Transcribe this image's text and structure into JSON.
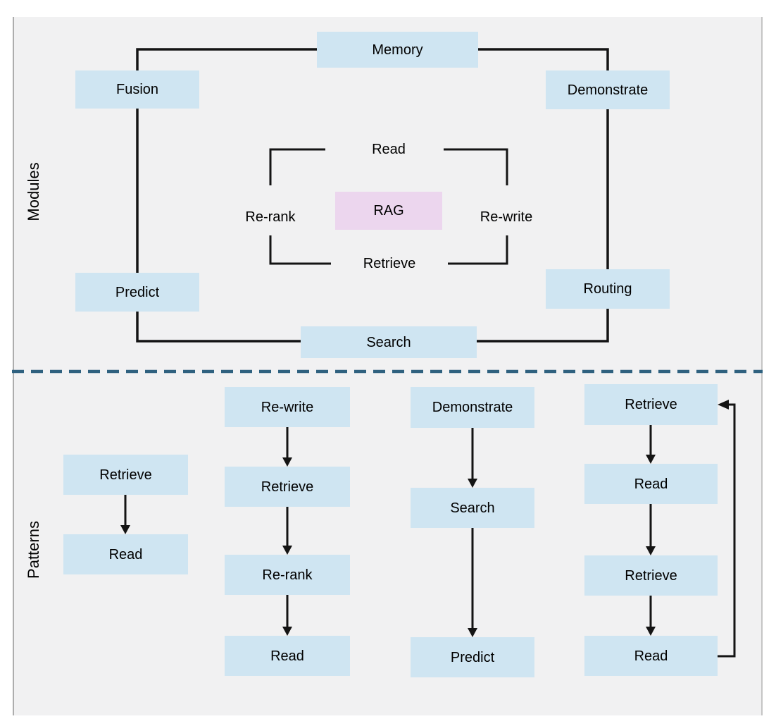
{
  "colors": {
    "box_blue": "#cfe5f2",
    "box_pink": "#ecd6ee",
    "divider_blue": "#2f617f",
    "line_black": "#141414",
    "panel_gray": "#f1f1f2"
  },
  "modules": {
    "section_label": "Modules",
    "outer": {
      "memory": "Memory",
      "fusion": "Fusion",
      "demonstrate": "Demonstrate",
      "predict": "Predict",
      "routing": "Routing",
      "search": "Search"
    },
    "inner": {
      "read": "Read",
      "rerank": "Re-rank",
      "rag": "RAG",
      "rewrite": "Re-write",
      "retrieve": "Retrieve"
    }
  },
  "patterns": {
    "section_label": "Patterns",
    "flows": [
      {
        "steps": [
          "Retrieve",
          "Read"
        ],
        "loop_back": false
      },
      {
        "steps": [
          "Re-write",
          "Retrieve",
          "Re-rank",
          "Read"
        ],
        "loop_back": false
      },
      {
        "steps": [
          "Demonstrate",
          "Search",
          "Predict"
        ],
        "loop_back": false
      },
      {
        "steps": [
          "Retrieve",
          "Read",
          "Retrieve",
          "Read"
        ],
        "loop_back": true
      }
    ]
  }
}
